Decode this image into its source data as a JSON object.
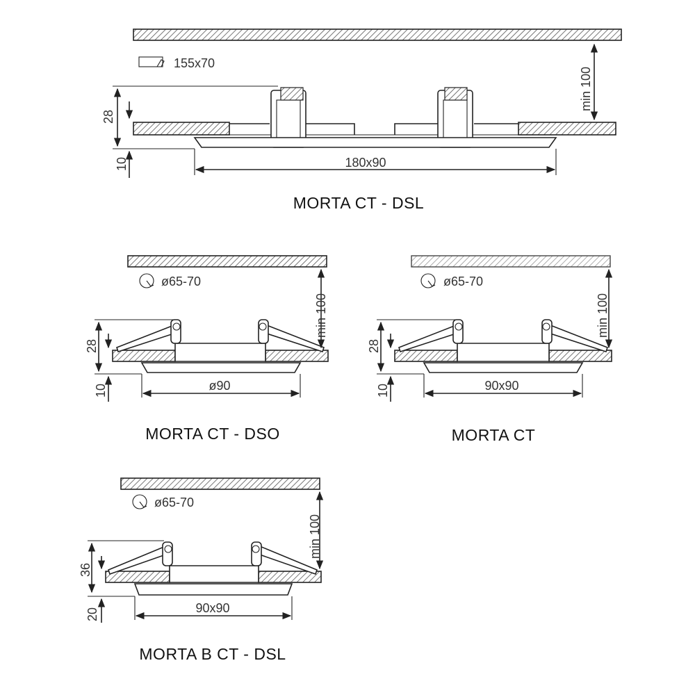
{
  "colors": {
    "line": "#222222",
    "hatch": "#555555",
    "text": "#333333"
  },
  "diagrams": [
    {
      "id": "morta-ct-dsl",
      "title": "MORTA CT - DSL",
      "cutout_label": "155x70",
      "cutout_icon": "rectangle-cutout-icon",
      "clearance_label": "min 100",
      "height_label": "28",
      "bezel_label": "10",
      "width_label": "180x90"
    },
    {
      "id": "morta-ct-dso",
      "title": "MORTA CT - DSO",
      "cutout_label": "ø65-70",
      "cutout_icon": "round-cutout-icon",
      "clearance_label": "min 100",
      "height_label": "28",
      "bezel_label": "10",
      "width_label": "ø90"
    },
    {
      "id": "morta-ct",
      "title": "MORTA CT",
      "cutout_label": "ø65-70",
      "cutout_icon": "round-cutout-icon",
      "clearance_label": "min 100",
      "height_label": "28",
      "bezel_label": "10",
      "width_label": "90x90"
    },
    {
      "id": "morta-b-ct-dsl",
      "title": "MORTA B CT - DSL",
      "cutout_label": "ø65-70",
      "cutout_icon": "round-cutout-icon",
      "clearance_label": "min 100",
      "height_label": "36",
      "bezel_label": "20",
      "width_label": "90x90"
    }
  ]
}
